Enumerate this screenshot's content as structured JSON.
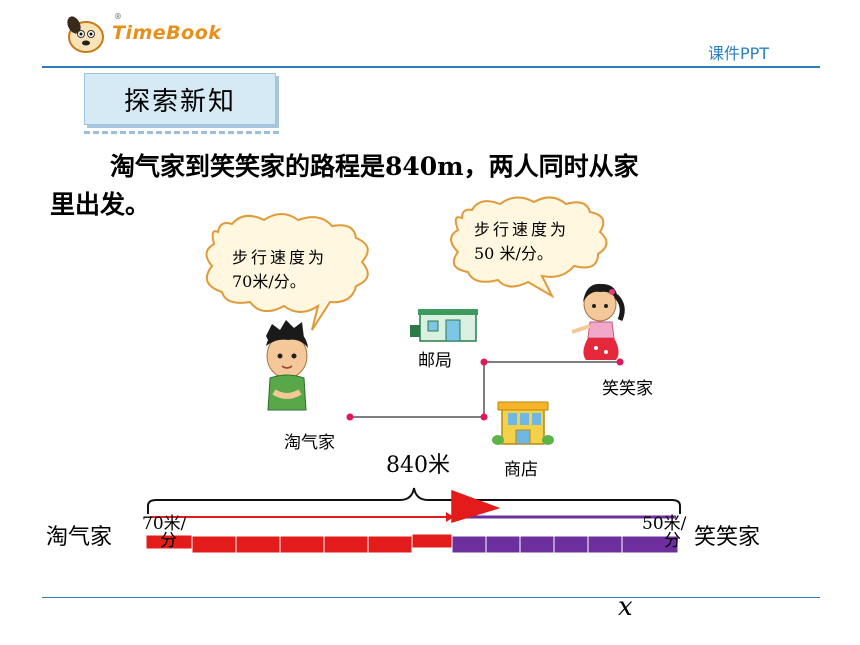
{
  "header": {
    "logo_text": "TimeBook",
    "logo_reg": "®",
    "right_label": "课件PPT"
  },
  "section_title": "探索新知",
  "problem": {
    "line1": "淘气家到笑笑家的路程是840m，两人同时从家",
    "line2": "里出发。"
  },
  "bubbles": {
    "left": {
      "line1": "步行速度为",
      "line2": "70米/分。"
    },
    "right": {
      "line1": "步行速度为",
      "line2": "50 米/分。"
    }
  },
  "map": {
    "post_office": "邮局",
    "store": "商店",
    "taoqi_home": "淘气家",
    "xiaoxiao_home": "笑笑家"
  },
  "diagram": {
    "distance": "840米",
    "left_label": "淘气家",
    "right_label": "笑笑家",
    "left_speed_a": "70米/",
    "left_speed_b": "分",
    "right_speed_a": "50米/",
    "right_speed_b": "分",
    "unknown": "x",
    "colors": {
      "red": "#e31b1b",
      "purple": "#6d2f9e",
      "blue_rule": "#2e7cbf"
    }
  }
}
